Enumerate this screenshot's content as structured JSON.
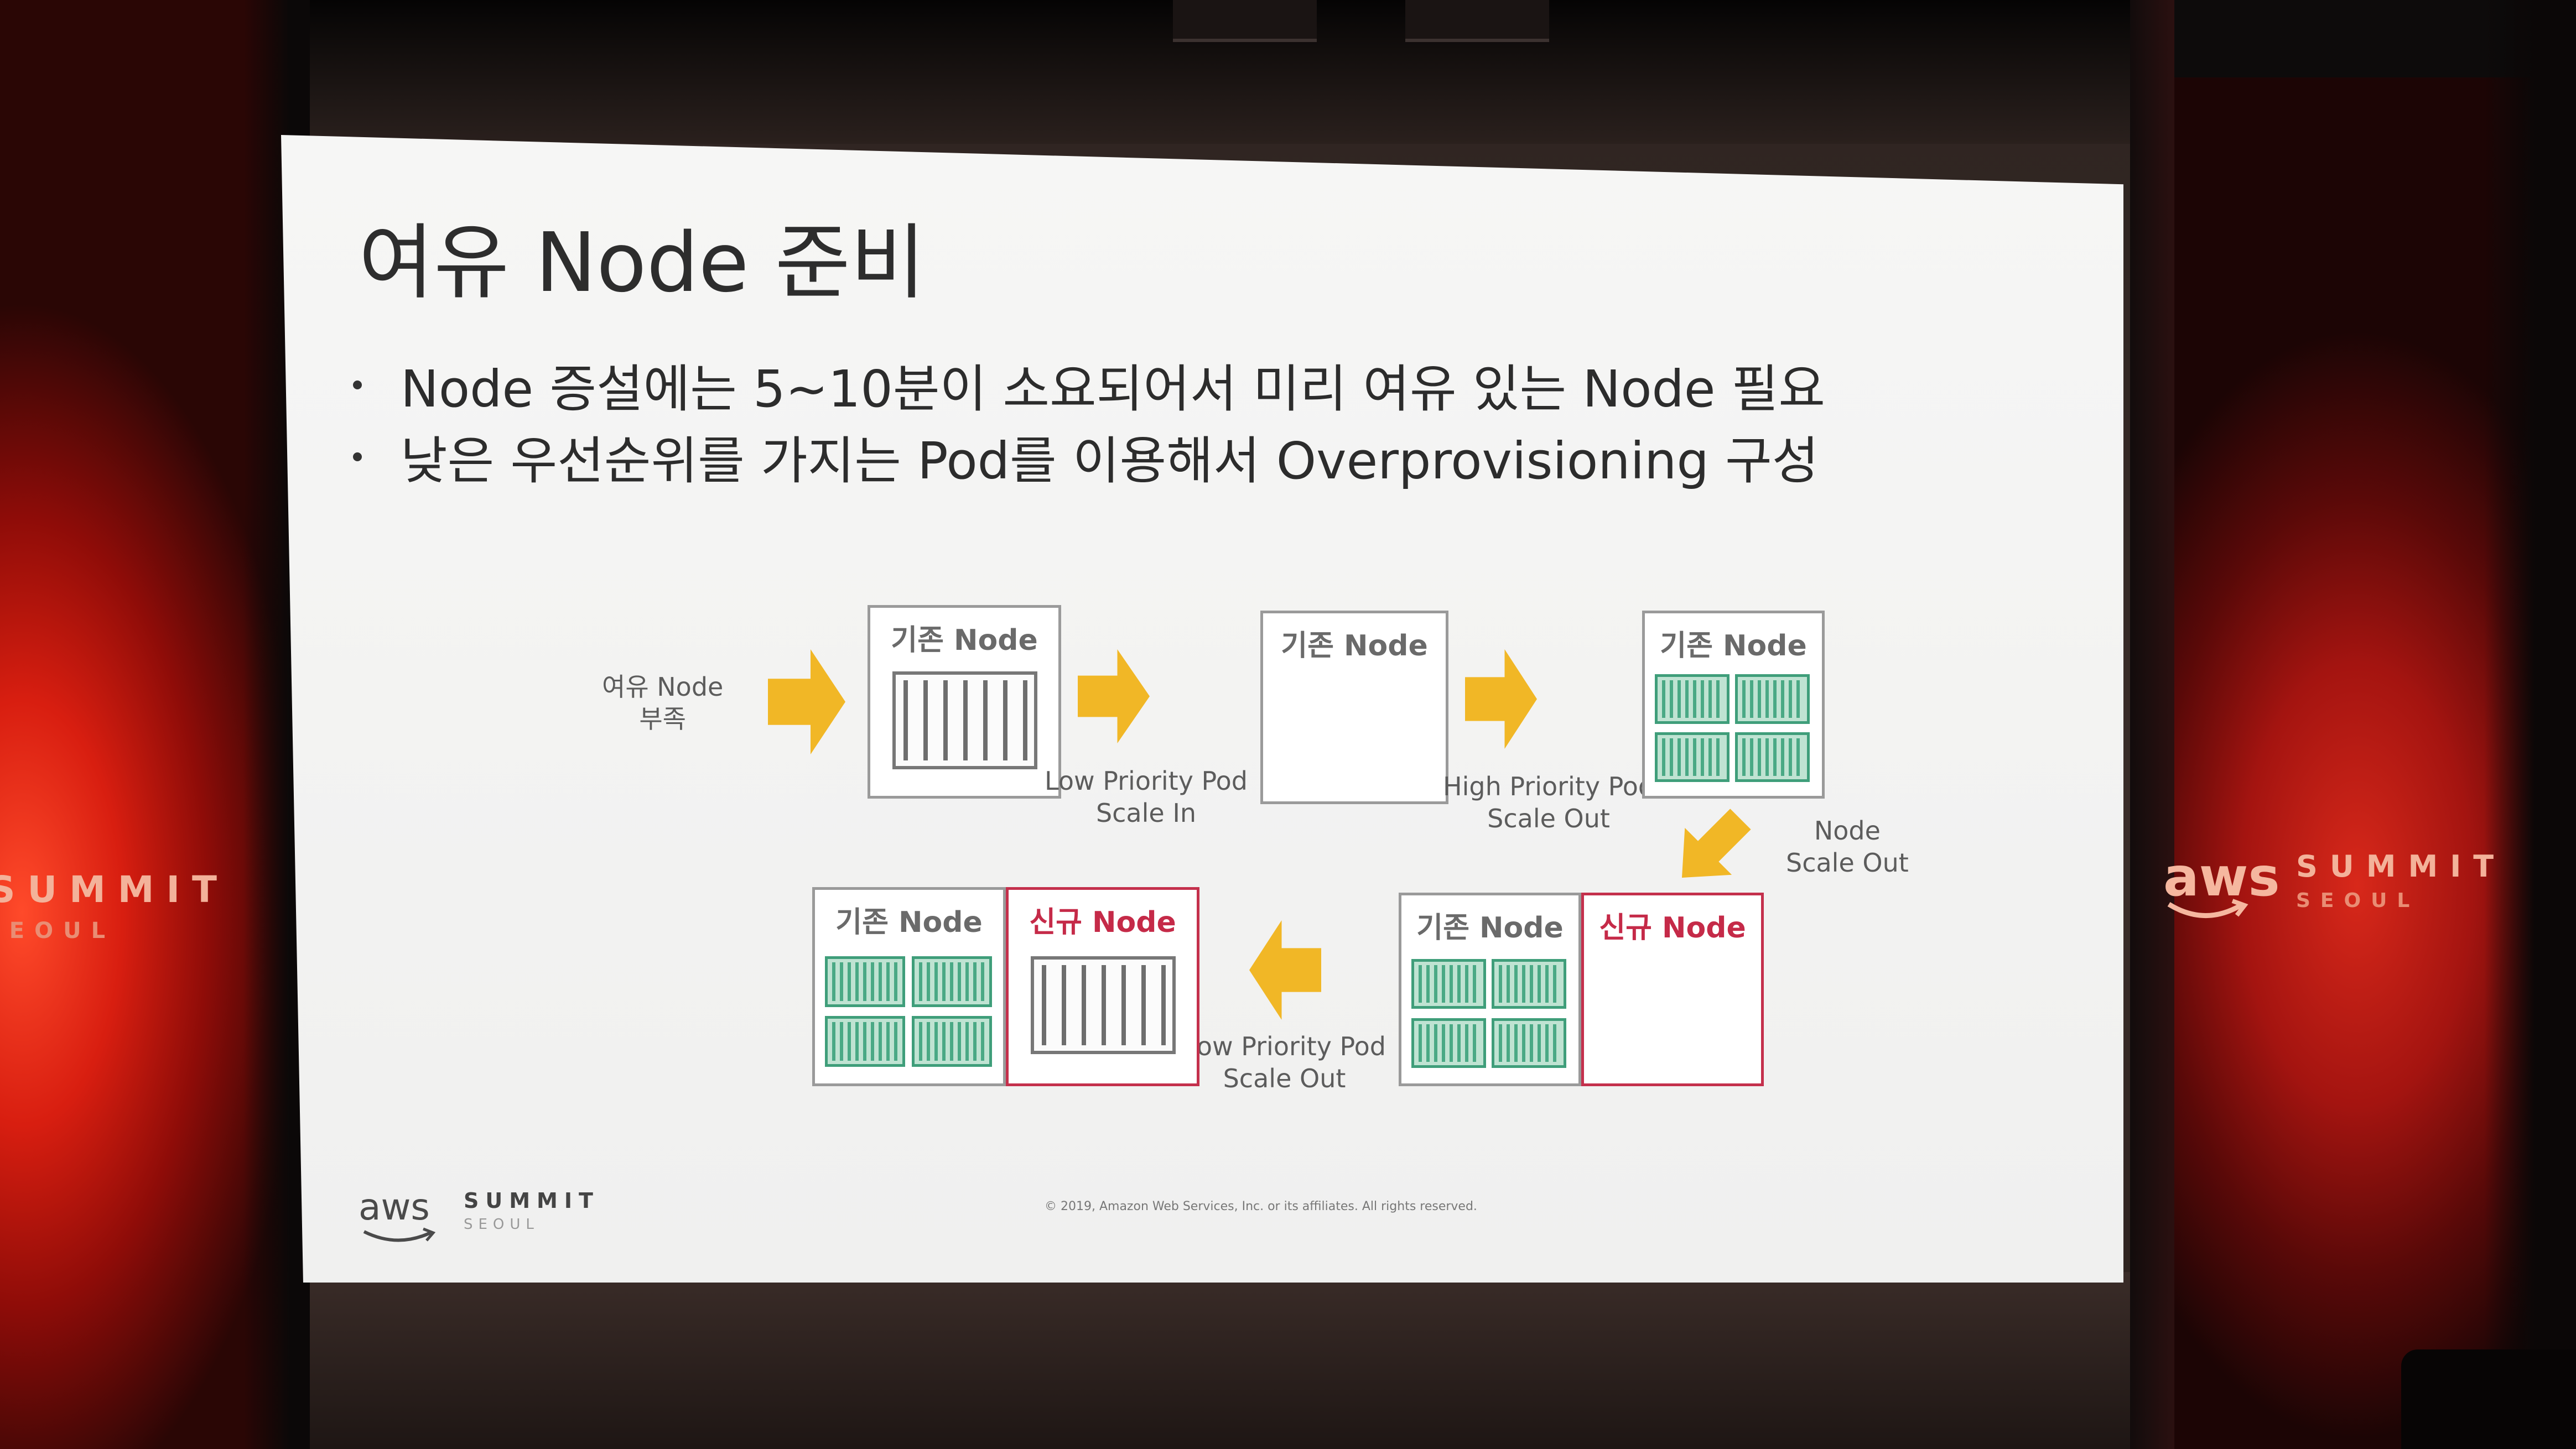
{
  "room": {
    "left_wall_logo": {
      "word": "SUMMIT",
      "sub": "SEOUL"
    },
    "right_wall_logo": {
      "aws": "aws",
      "word": "SUMMIT",
      "sub": "SEOUL"
    }
  },
  "slide": {
    "title": "여유 Node  준비",
    "bullets": [
      "Node 증설에는 5~10분이 소요되어서 미리 여유 있는 Node 필요",
      "낮은 우선순위를 가지는 Pod를 이용해서 Overprovisioning 구성"
    ],
    "diagram": {
      "start_label_line1": "여유 Node",
      "start_label_line2": "부족",
      "existing_node": "기존 Node",
      "new_node": "신규 Node",
      "step1_label_line1": "Low Priority Pod",
      "step1_label_line2": "Scale In",
      "step2_label_line1": "High Priority Pod",
      "step2_label_line2": "Scale Out",
      "step3_label_line1": "Node",
      "step3_label_line2": "Scale Out",
      "step4_label_line1": "Low Priority Pod",
      "step4_label_line2": "Scale Out"
    },
    "footer": {
      "aws": "aws",
      "summit": "SUMMIT",
      "seoul": "SEOUL",
      "copyright": "© 2019, Amazon Web Services, Inc. or its affiliates. All rights reserved."
    }
  },
  "colors": {
    "arrow": "#f1b726",
    "new_node_accent": "#c52a48",
    "pod_green": "#4aa985",
    "wall_red": "#d81e10"
  }
}
